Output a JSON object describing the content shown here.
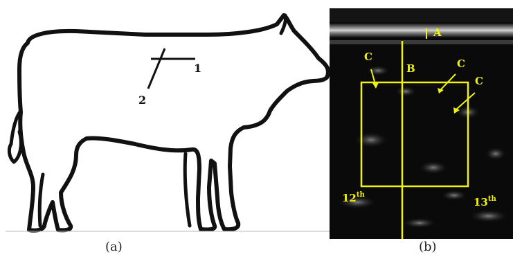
{
  "panel_a": {
    "caption": "(a)",
    "marker_labels": [
      "1",
      "2"
    ],
    "outline_color": "#111111"
  },
  "panel_b": {
    "caption": "(b)",
    "overlay_color": "#f2f20f",
    "background_color": "#0a0a0a",
    "label_a": "A",
    "label_b": "B",
    "label_c": "C",
    "rib_left_num": "12",
    "rib_left_sup": "th",
    "rib_right_num": "13",
    "rib_right_sup": "th"
  }
}
